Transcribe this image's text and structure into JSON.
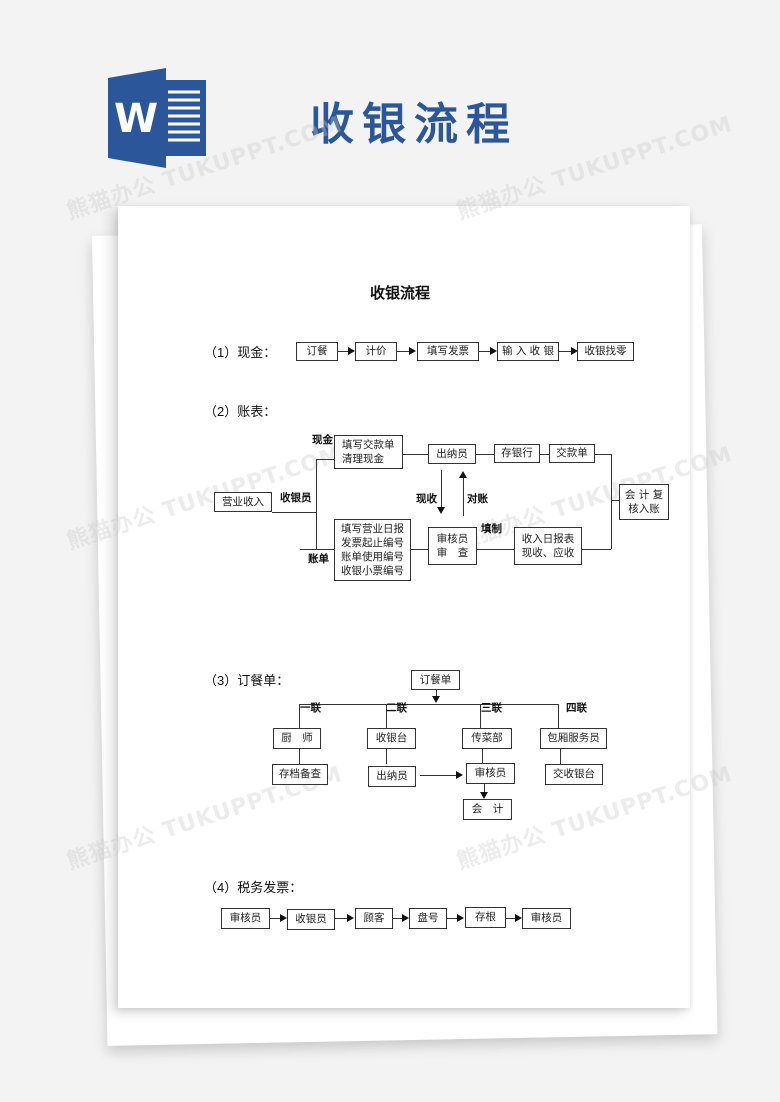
{
  "banner": {
    "title": "收银流程",
    "logo_icon": "word-icon",
    "logo_letter": "W",
    "brand_color": "#2b579a"
  },
  "watermark": {
    "text": "熊猫办公 TUKUPPT.COM"
  },
  "document": {
    "title": "收银流程",
    "section1": {
      "label": "（1）现金：",
      "steps": [
        "订餐",
        "计价",
        "填写发票",
        "输 入 收 银",
        "收银找零"
      ]
    },
    "section2": {
      "label": "（2）账表：",
      "start_box": "营业收入",
      "role_label": "收银员",
      "branch_top_label": "现金",
      "branch_bottom_label": "账单",
      "top_box": "填写交款单\n清理现金",
      "cashier_box": "出纳员",
      "bank_box": "存银行",
      "payslip_box": "交款单",
      "bottom_box": "填写营业日报\n发票起止编号\n账单使用编号\n收银小票编号",
      "auditor_box": "审核员\n审　查",
      "daily_report_box": "收入日报表\n现收、应收",
      "accountant_box": "会 计 复\n核入账",
      "arrow_down_label": "现收",
      "arrow_up_label": "对账",
      "fill_label": "填制"
    },
    "section3": {
      "label": "（3）订餐单：",
      "root_box": "订餐单",
      "copies": [
        "一联",
        "二联",
        "三联",
        "四联"
      ],
      "level1": [
        "厨　师",
        "收银台",
        "传菜部",
        "包厢服务员"
      ],
      "level2": [
        "存档备查",
        "出纳员",
        "审核员",
        "交收银台"
      ],
      "accountant": "会　计"
    },
    "section4": {
      "label": "（4）税务发票：",
      "steps": [
        "审核员",
        "收银员",
        "顾客",
        "盘号",
        "存根",
        "审核员"
      ]
    }
  }
}
